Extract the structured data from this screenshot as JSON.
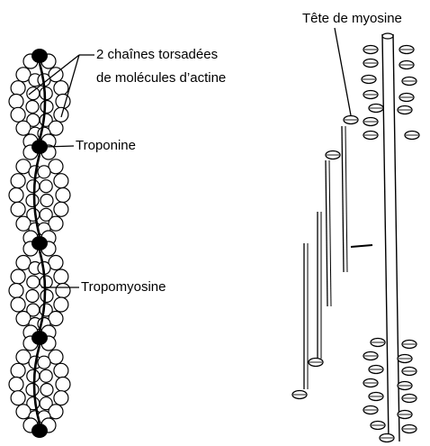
{
  "labels": {
    "actin_chains_line1": "2 chaînes torsadées",
    "actin_chains_line2": "de molécules d’actine",
    "troponin": "Troponine",
    "tropomyosin": "Tropomyosine",
    "myosin_head": "Tête de myosine"
  }
}
